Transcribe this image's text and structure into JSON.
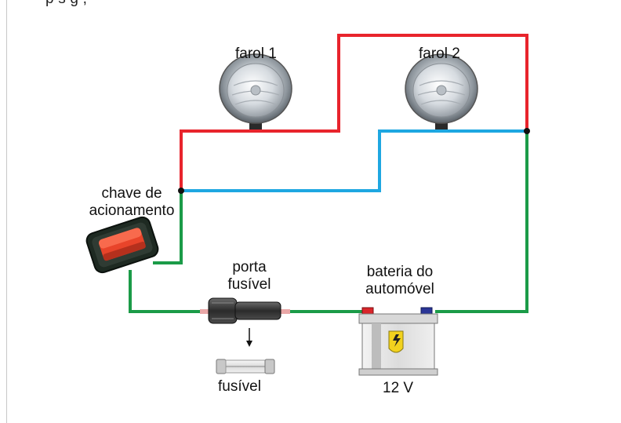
{
  "header_fragment": "p             s           g                       ,",
  "labels": {
    "farol1": "farol 1",
    "farol2": "farol 2",
    "chave_line1": "chave de",
    "chave_line2": "acionamento",
    "porta_line1": "porta",
    "porta_line2": "fusível",
    "fusivel": "fusível",
    "bateria_line1": "bateria do",
    "bateria_line2": "automóvel",
    "voltage": "12 V"
  },
  "wire_colors": {
    "red": "#e8242c",
    "blue": "#1ea7e1",
    "green": "#1b9b48"
  }
}
